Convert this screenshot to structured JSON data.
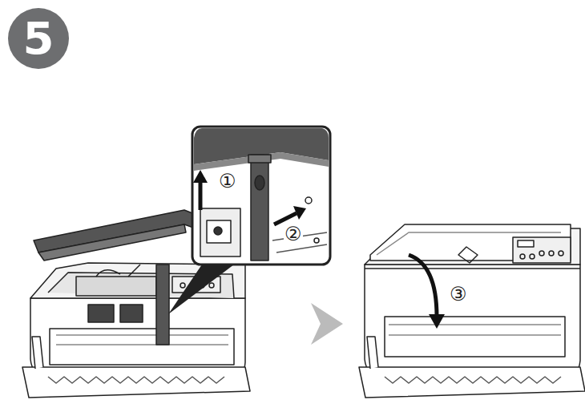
{
  "diagram": {
    "nodes": [
      {
        "text": [
          "5"
        ]
      }
    ],
    "labels": [
      "①",
      "②",
      "③"
    ]
  }
}
